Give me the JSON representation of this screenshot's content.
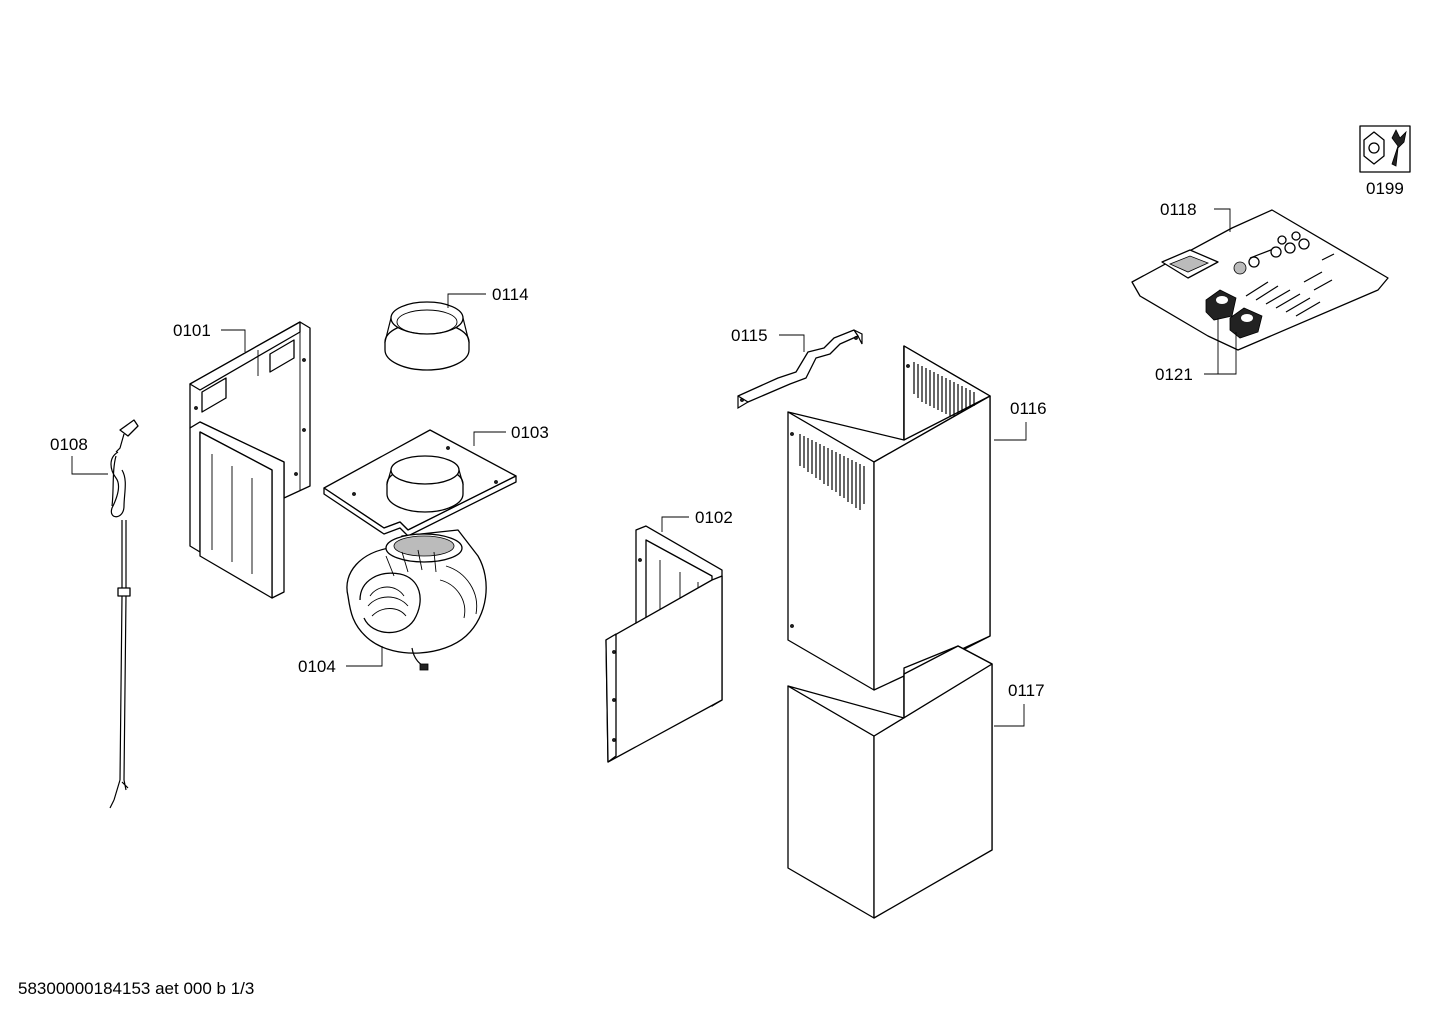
{
  "labels": {
    "p0101": "0101",
    "p0102": "0102",
    "p0103": "0103",
    "p0104": "0104",
    "p0108": "0108",
    "p0114": "0114",
    "p0115": "0115",
    "p0116": "0116",
    "p0117": "0117",
    "p0118": "0118",
    "p0121": "0121",
    "p0199": "0199"
  },
  "footer": "58300000184153 aet 000 b 1/3",
  "icons": [
    "wrench-nut-icon"
  ],
  "colors": {
    "line": "#000000",
    "background": "#ffffff"
  }
}
